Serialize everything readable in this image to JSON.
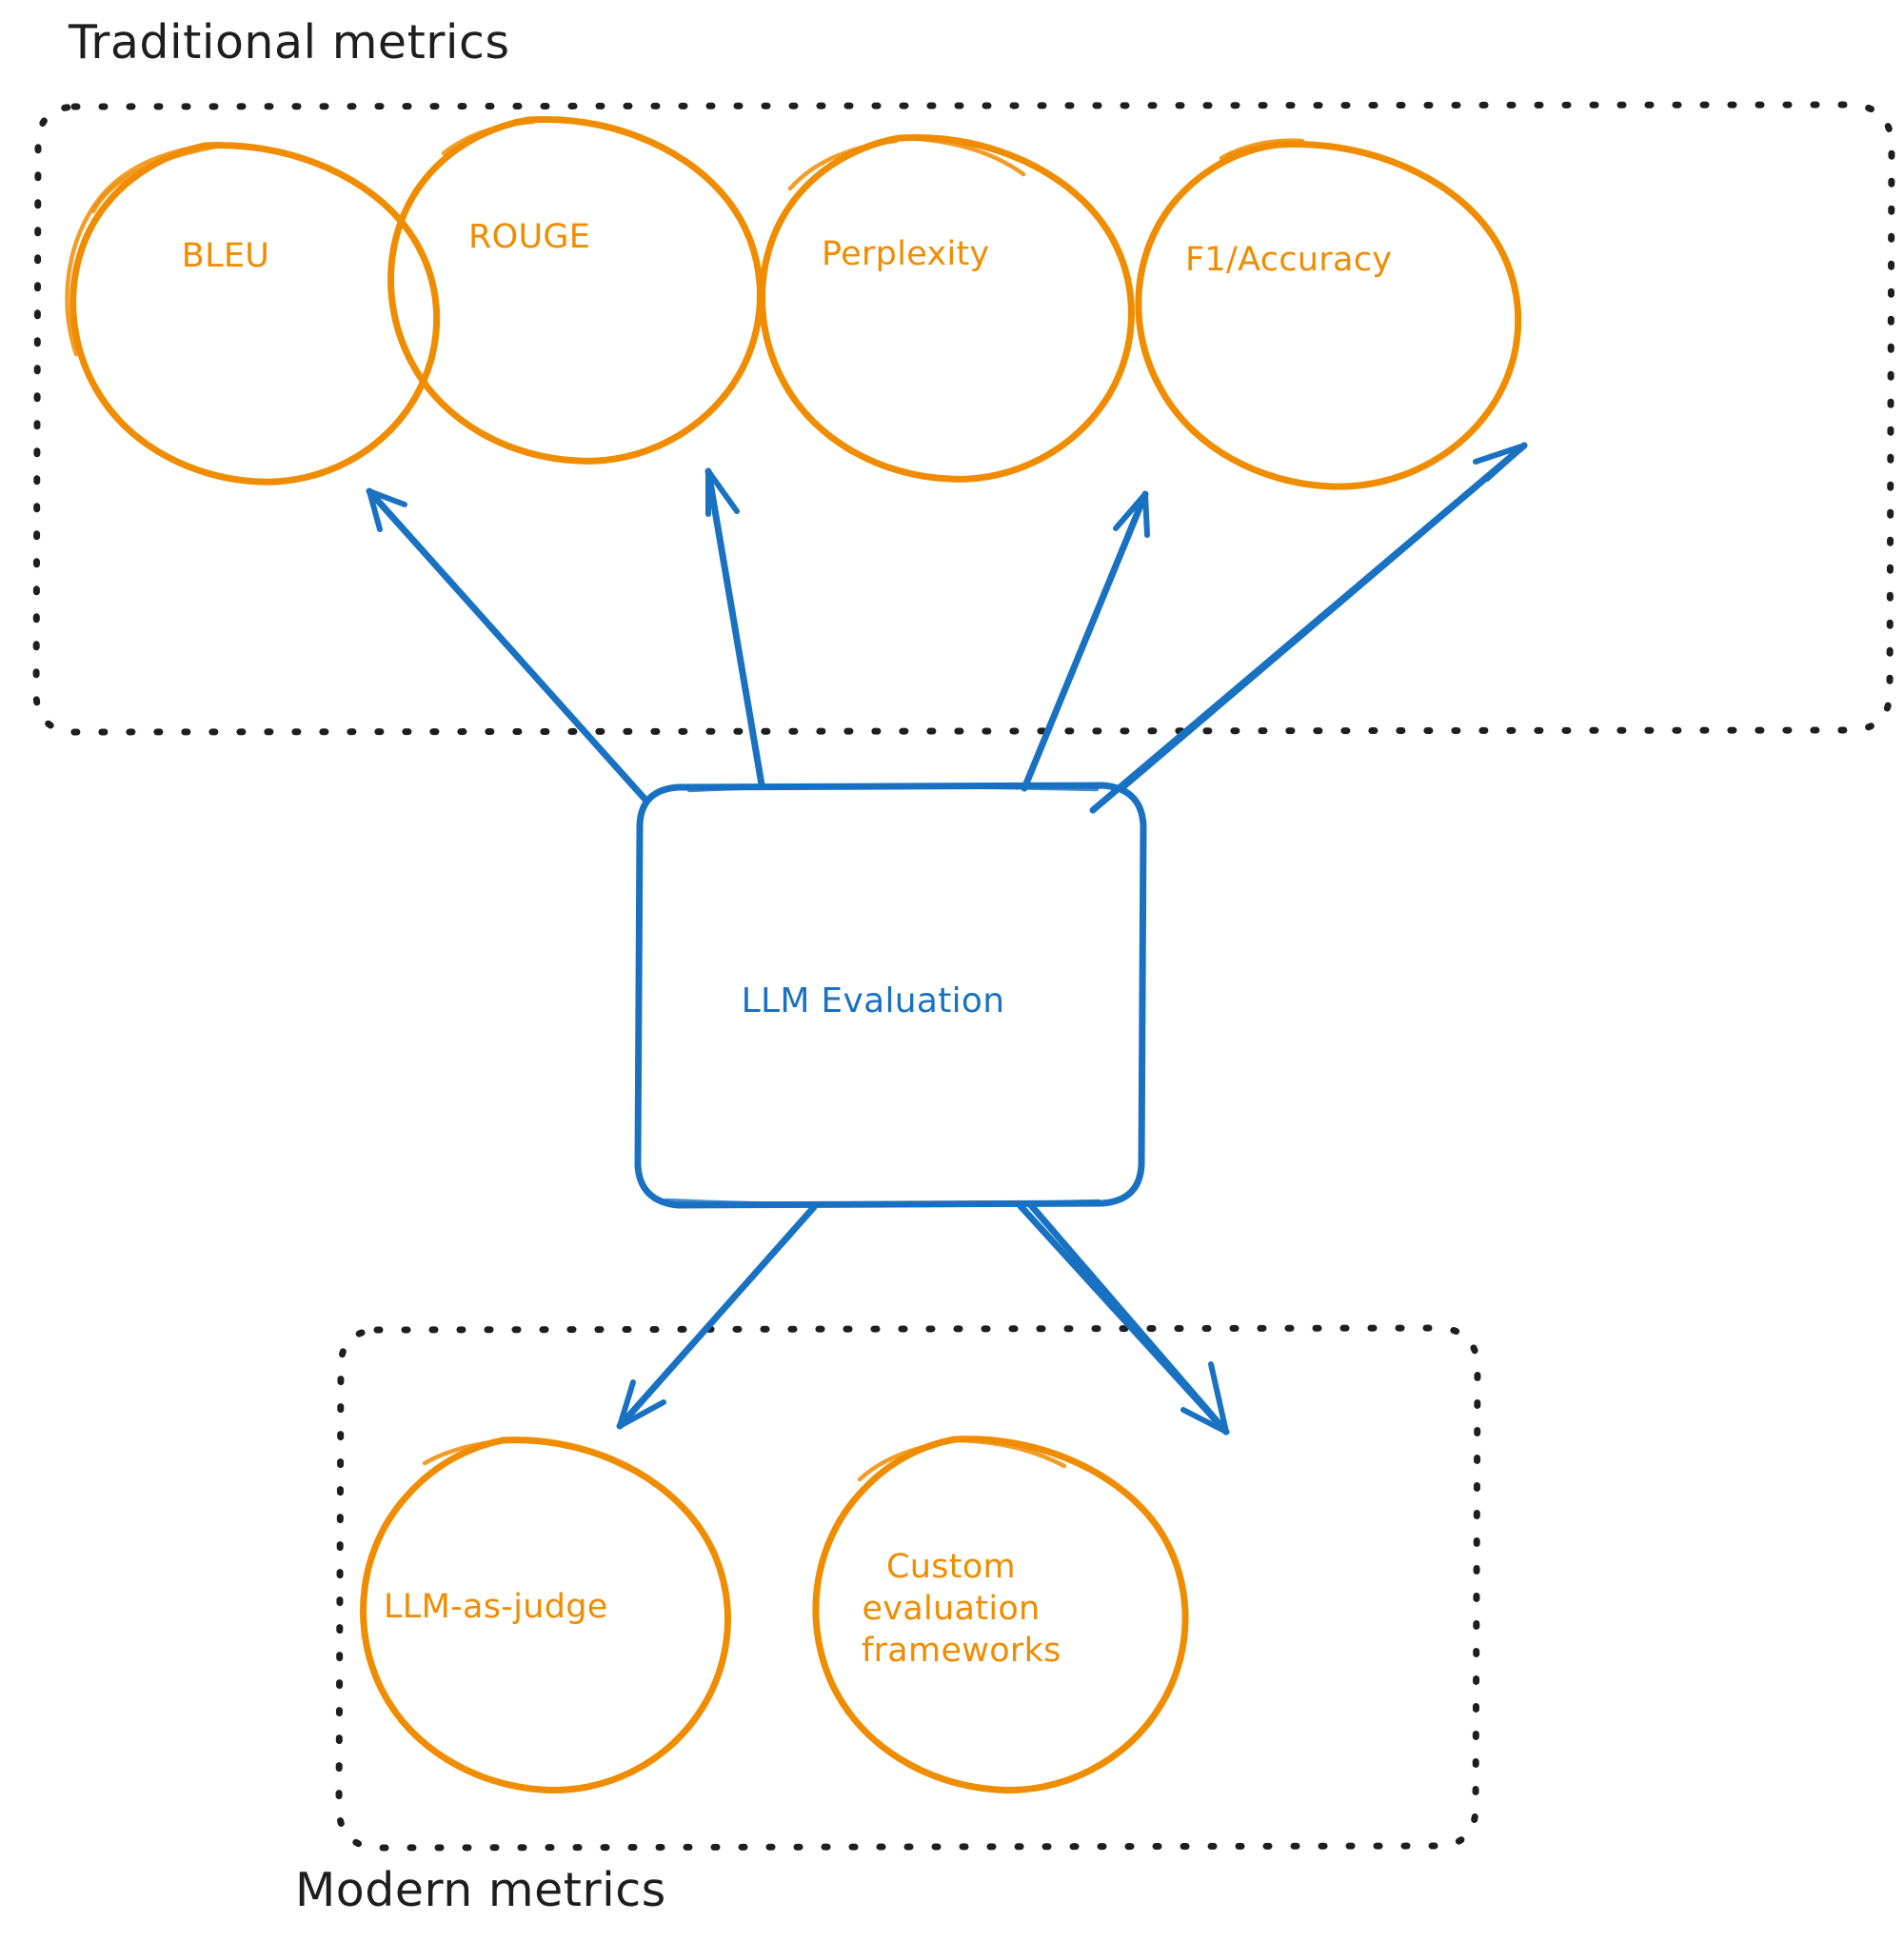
{
  "diagram": {
    "title_hidden": "",
    "colors": {
      "node_stroke": "#f08c00",
      "center_stroke": "#1971c2",
      "arrow": "#1971c2",
      "frame": "#1e1e1e",
      "background": "#ffffff"
    }
  },
  "groups": [
    {
      "id": "traditional",
      "label": "Traditional metrics",
      "label_position": "above-left"
    },
    {
      "id": "modern",
      "label": "Modern metrics",
      "label_position": "below-left"
    }
  ],
  "center": {
    "label": "LLM Evaluation",
    "shape": "rounded-rectangle"
  },
  "nodes": {
    "traditional": [
      {
        "id": "bleu",
        "label": "BLEU",
        "shape": "ellipse"
      },
      {
        "id": "rouge",
        "label": "ROUGE",
        "shape": "ellipse"
      },
      {
        "id": "perplexity",
        "label": "Perplexity",
        "shape": "ellipse"
      },
      {
        "id": "f1accuracy",
        "label": "F1/Accuracy",
        "shape": "ellipse"
      }
    ],
    "modern": [
      {
        "id": "llm-as-judge",
        "label": "LLM-as-judge",
        "shape": "ellipse"
      },
      {
        "id": "custom-eval",
        "label": "Custom\nevaluation\nframeworks",
        "shape": "ellipse"
      }
    ]
  },
  "edges": [
    {
      "from": "LLM Evaluation",
      "to": "BLEU",
      "direction": "up-left"
    },
    {
      "from": "LLM Evaluation",
      "to": "ROUGE",
      "direction": "up"
    },
    {
      "from": "LLM Evaluation",
      "to": "Perplexity",
      "direction": "up-right"
    },
    {
      "from": "LLM Evaluation",
      "to": "F1/Accuracy",
      "direction": "up-right"
    },
    {
      "from": "LLM Evaluation",
      "to": "LLM-as-judge",
      "direction": "down-left"
    },
    {
      "from": "LLM Evaluation",
      "to": "Custom evaluation frameworks",
      "direction": "down-right"
    }
  ]
}
